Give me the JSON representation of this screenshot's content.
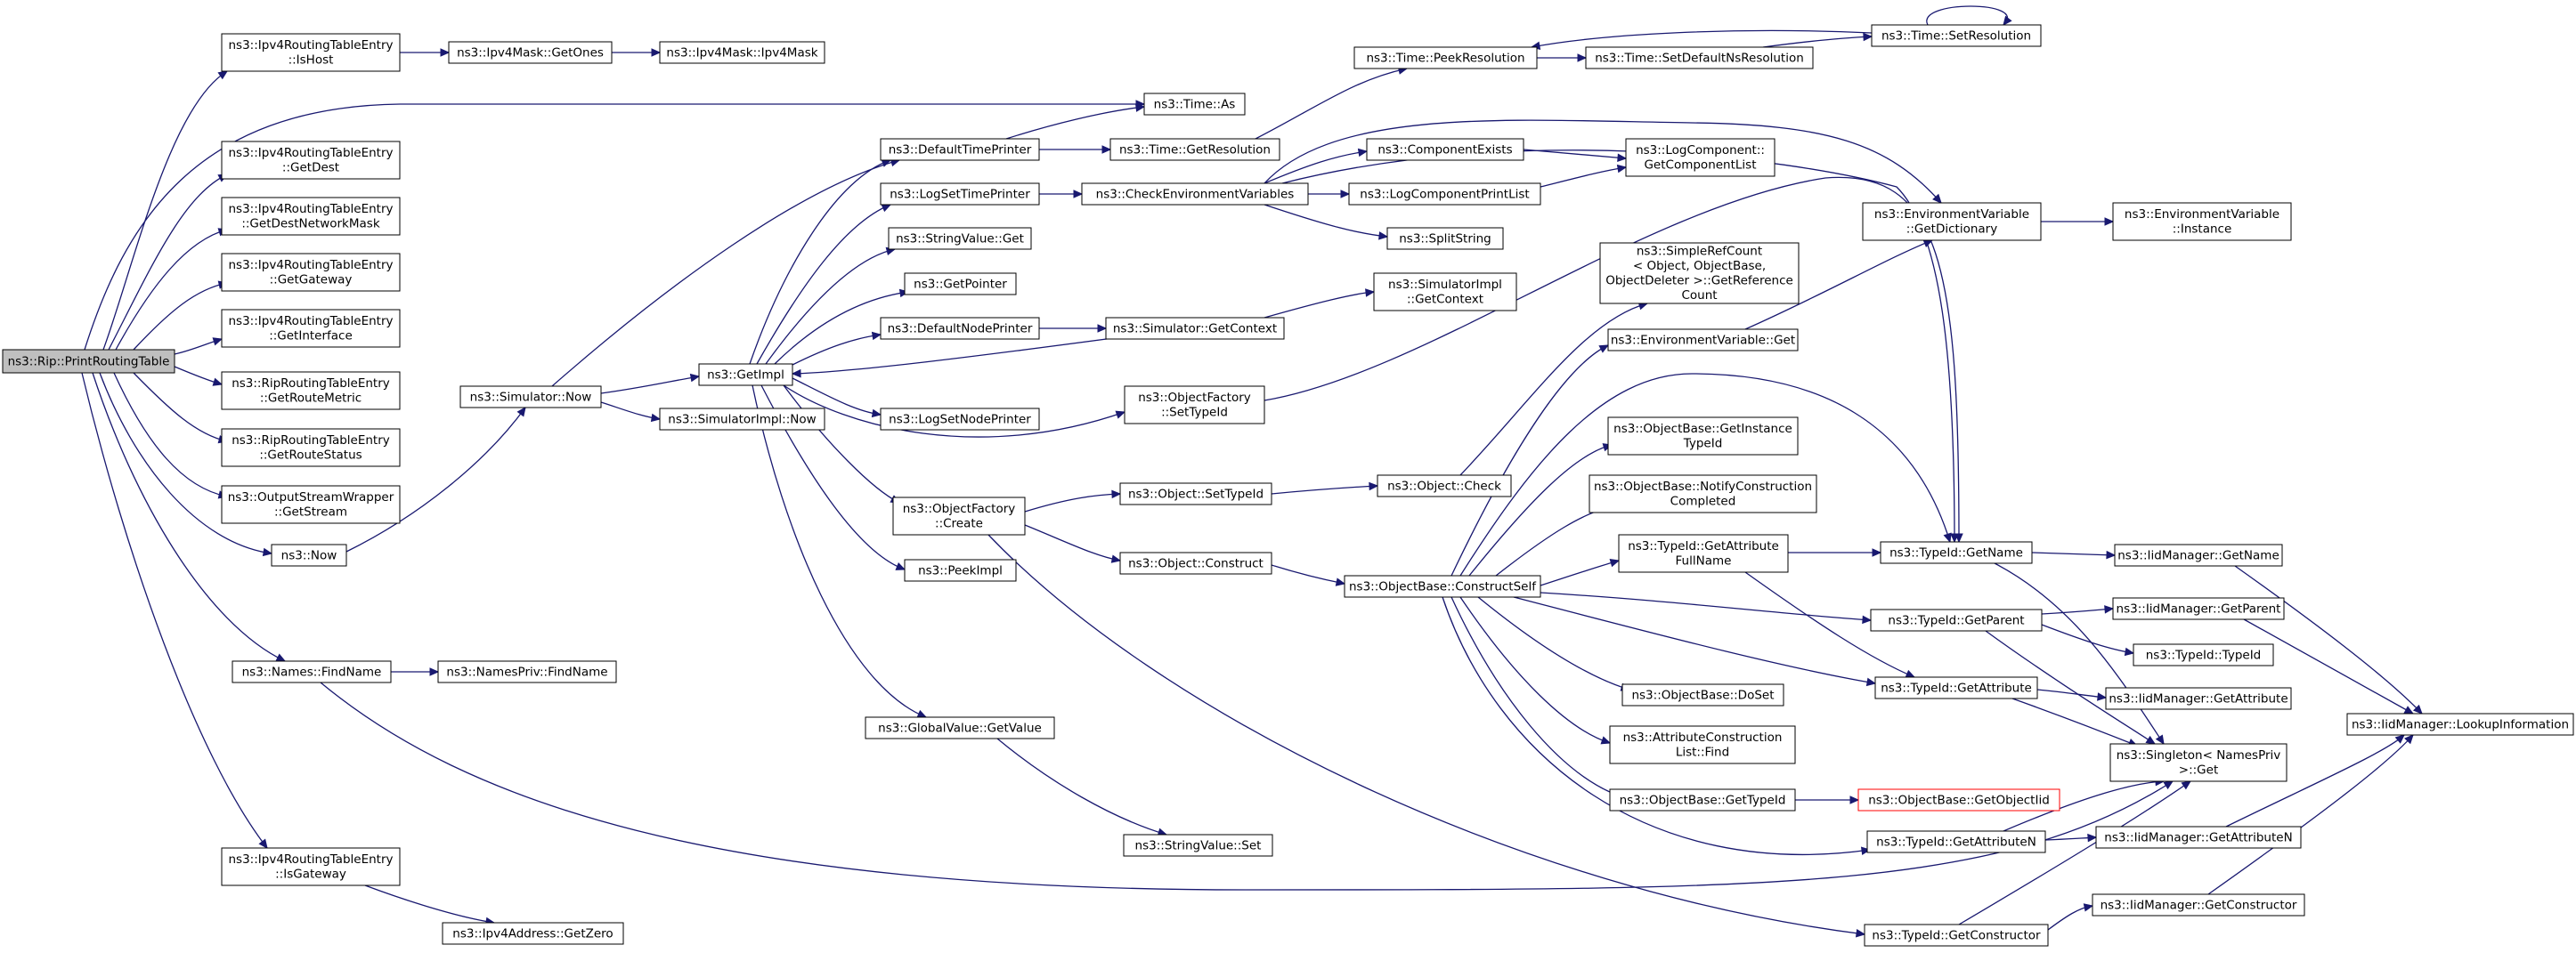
{
  "graph": {
    "nodes": [
      {
        "id": "root",
        "lines": [
          "ns3::Rip::PrintRoutingTable"
        ]
      },
      {
        "id": "ishost",
        "lines": [
          "ns3::Ipv4RoutingTableEntry",
          "::IsHost"
        ]
      },
      {
        "id": "getones",
        "lines": [
          "ns3::Ipv4Mask::GetOnes"
        ]
      },
      {
        "id": "ipv4mask",
        "lines": [
          "ns3::Ipv4Mask::Ipv4Mask"
        ]
      },
      {
        "id": "time_as",
        "lines": [
          "ns3::Time::As"
        ]
      },
      {
        "id": "getdest",
        "lines": [
          "ns3::Ipv4RoutingTableEntry",
          "::GetDest"
        ]
      },
      {
        "id": "getdestmask",
        "lines": [
          "ns3::Ipv4RoutingTableEntry",
          "::GetDestNetworkMask"
        ]
      },
      {
        "id": "getgateway",
        "lines": [
          "ns3::Ipv4RoutingTableEntry",
          "::GetGateway"
        ]
      },
      {
        "id": "getinterface",
        "lines": [
          "ns3::Ipv4RoutingTableEntry",
          "::GetInterface"
        ]
      },
      {
        "id": "getroutemetric",
        "lines": [
          "ns3::RipRoutingTableEntry",
          "::GetRouteMetric"
        ]
      },
      {
        "id": "getroutestatus",
        "lines": [
          "ns3::RipRoutingTableEntry",
          "::GetRouteStatus"
        ]
      },
      {
        "id": "getstream",
        "lines": [
          "ns3::OutputStreamWrapper",
          "::GetStream"
        ]
      },
      {
        "id": "now",
        "lines": [
          "ns3::Now"
        ]
      },
      {
        "id": "findname",
        "lines": [
          "ns3::Names::FindName"
        ]
      },
      {
        "id": "namespriv_findname",
        "lines": [
          "ns3::NamesPriv::FindName"
        ]
      },
      {
        "id": "isgateway",
        "lines": [
          "ns3::Ipv4RoutingTableEntry",
          "::IsGateway"
        ]
      },
      {
        "id": "getzero",
        "lines": [
          "ns3::Ipv4Address::GetZero"
        ]
      },
      {
        "id": "sim_now",
        "lines": [
          "ns3::Simulator::Now"
        ]
      },
      {
        "id": "simimpl_now",
        "lines": [
          "ns3::SimulatorImpl::Now"
        ]
      },
      {
        "id": "getimpl",
        "lines": [
          "ns3::GetImpl"
        ]
      },
      {
        "id": "defaulttimeprinter",
        "lines": [
          "ns3::DefaultTimePrinter"
        ]
      },
      {
        "id": "logsettimeprinter",
        "lines": [
          "ns3::LogSetTimePrinter"
        ]
      },
      {
        "id": "stringvalue_get",
        "lines": [
          "ns3::StringValue::Get"
        ]
      },
      {
        "id": "getpointer",
        "lines": [
          "ns3::GetPointer"
        ]
      },
      {
        "id": "defaultnodeprinter",
        "lines": [
          "ns3::DefaultNodePrinter"
        ]
      },
      {
        "id": "logsetnodeprinter",
        "lines": [
          "ns3::LogSetNodePrinter"
        ]
      },
      {
        "id": "objfactory_create",
        "lines": [
          "ns3::ObjectFactory",
          "::Create"
        ]
      },
      {
        "id": "peekimpl",
        "lines": [
          "ns3::PeekImpl"
        ]
      },
      {
        "id": "globalvalue_getvalue",
        "lines": [
          "ns3::GlobalValue::GetValue"
        ]
      },
      {
        "id": "stringvalue_set",
        "lines": [
          "ns3::StringValue::Set"
        ]
      },
      {
        "id": "time_getresolution",
        "lines": [
          "ns3::Time::GetResolution"
        ]
      },
      {
        "id": "time_peekresolution",
        "lines": [
          "ns3::Time::PeekResolution"
        ]
      },
      {
        "id": "time_setdefaultns",
        "lines": [
          "ns3::Time::SetDefaultNsResolution"
        ]
      },
      {
        "id": "time_setresolution",
        "lines": [
          "ns3::Time::SetResolution"
        ]
      },
      {
        "id": "checkenv",
        "lines": [
          "ns3::CheckEnvironmentVariables"
        ]
      },
      {
        "id": "componentexists",
        "lines": [
          "ns3::ComponentExists"
        ]
      },
      {
        "id": "logcomponentprintlist",
        "lines": [
          "ns3::LogComponentPrintList"
        ]
      },
      {
        "id": "splitstring",
        "lines": [
          "ns3::SplitString"
        ]
      },
      {
        "id": "logcomp_getlist",
        "lines": [
          "ns3::LogComponent::",
          "GetComponentList"
        ]
      },
      {
        "id": "envvar_getdict",
        "lines": [
          "ns3::EnvironmentVariable",
          "::GetDictionary"
        ]
      },
      {
        "id": "envvar_instance",
        "lines": [
          "ns3::EnvironmentVariable",
          "::Instance"
        ]
      },
      {
        "id": "sim_getcontext",
        "lines": [
          "ns3::Simulator::GetContext"
        ]
      },
      {
        "id": "simimpl_getcontext",
        "lines": [
          "ns3::SimulatorImpl",
          "::GetContext"
        ]
      },
      {
        "id": "objfactory_settypeid",
        "lines": [
          "ns3::ObjectFactory",
          "::SetTypeId"
        ]
      },
      {
        "id": "object_settypeid",
        "lines": [
          "ns3::Object::SetTypeId"
        ]
      },
      {
        "id": "object_check",
        "lines": [
          "ns3::Object::Check"
        ]
      },
      {
        "id": "object_construct",
        "lines": [
          "ns3::Object::Construct"
        ]
      },
      {
        "id": "constructself",
        "lines": [
          "ns3::ObjectBase::ConstructSelf"
        ]
      },
      {
        "id": "simplerefcount",
        "lines": [
          "ns3::SimpleRefCount",
          "< Object, ObjectBase,",
          "ObjectDeleter >::GetReference",
          "Count"
        ]
      },
      {
        "id": "envvar_get",
        "lines": [
          "ns3::EnvironmentVariable::Get"
        ]
      },
      {
        "id": "getinstancetypeid",
        "lines": [
          "ns3::ObjectBase::GetInstance",
          "TypeId"
        ]
      },
      {
        "id": "notifyconstruction",
        "lines": [
          "ns3::ObjectBase::NotifyConstruction",
          "Completed"
        ]
      },
      {
        "id": "getattrfullname",
        "lines": [
          "ns3::TypeId::GetAttribute",
          "FullName"
        ]
      },
      {
        "id": "doset",
        "lines": [
          "ns3::ObjectBase::DoSet"
        ]
      },
      {
        "id": "attrconstructionlist",
        "lines": [
          "ns3::AttributeConstruction",
          "List::Find"
        ]
      },
      {
        "id": "ob_gettypeid",
        "lines": [
          "ns3::ObjectBase::GetTypeId"
        ]
      },
      {
        "id": "getobjectiid",
        "lines": [
          "ns3::ObjectBase::GetObjectIid"
        ],
        "red": true
      },
      {
        "id": "typeid_getname",
        "lines": [
          "ns3::TypeId::GetName"
        ]
      },
      {
        "id": "typeid_getparent",
        "lines": [
          "ns3::TypeId::GetParent"
        ]
      },
      {
        "id": "typeid_typeid",
        "lines": [
          "ns3::TypeId::TypeId"
        ]
      },
      {
        "id": "typeid_getattribute",
        "lines": [
          "ns3::TypeId::GetAttribute"
        ]
      },
      {
        "id": "typeid_getattributen",
        "lines": [
          "ns3::TypeId::GetAttributeN"
        ]
      },
      {
        "id": "typeid_getconstructor",
        "lines": [
          "ns3::TypeId::GetConstructor"
        ]
      },
      {
        "id": "singleton_get",
        "lines": [
          "ns3::Singleton< NamesPriv",
          ">::Get"
        ]
      },
      {
        "id": "iid_getname",
        "lines": [
          "ns3::IidManager::GetName"
        ]
      },
      {
        "id": "iid_getparent",
        "lines": [
          "ns3::IidManager::GetParent"
        ]
      },
      {
        "id": "iid_getattribute",
        "lines": [
          "ns3::IidManager::GetAttribute"
        ]
      },
      {
        "id": "iid_getattributen",
        "lines": [
          "ns3::IidManager::GetAttributeN"
        ]
      },
      {
        "id": "iid_getconstructor",
        "lines": [
          "ns3::IidManager::GetConstructor"
        ]
      },
      {
        "id": "iid_lookup",
        "lines": [
          "ns3::IidManager::LookupInformation"
        ]
      }
    ]
  }
}
